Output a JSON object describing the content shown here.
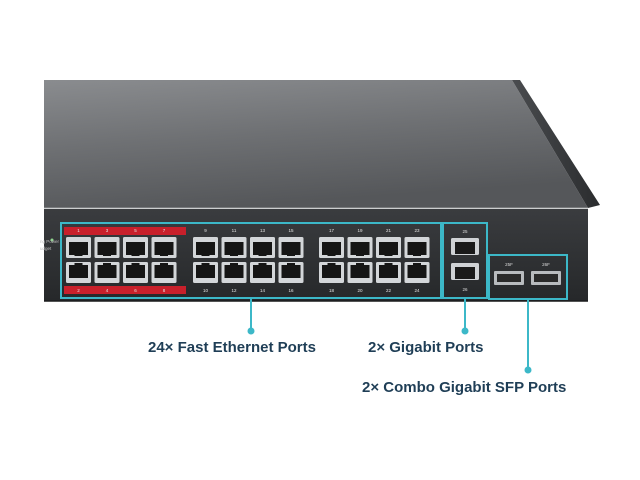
{
  "callouts": {
    "fast_ethernet": "24× Fast Ethernet Ports",
    "gigabit": "2× Gigabit Ports",
    "combo_sfp": "2× Combo Gigabit SFP Ports"
  },
  "port_numbers": {
    "top": [
      "1",
      "3",
      "5",
      "7",
      "9",
      "11",
      "13",
      "15",
      "17",
      "19",
      "21",
      "23"
    ],
    "bottom": [
      "2",
      "4",
      "6",
      "8",
      "10",
      "12",
      "14",
      "16",
      "18",
      "20",
      "22",
      "24"
    ],
    "gigabit_top": "25",
    "gigabit_bottom": "26",
    "sfp": [
      "25F",
      "26F"
    ]
  },
  "front_panel_text": [
    "ng Power",
    "udget"
  ],
  "colors": {
    "callout_text": "#1f3e56",
    "highlight_teal": "#3cb8c8",
    "poe_red": "#c8202b",
    "chassis_top": "#6a6c6f",
    "front_panel": "#2e3033"
  }
}
